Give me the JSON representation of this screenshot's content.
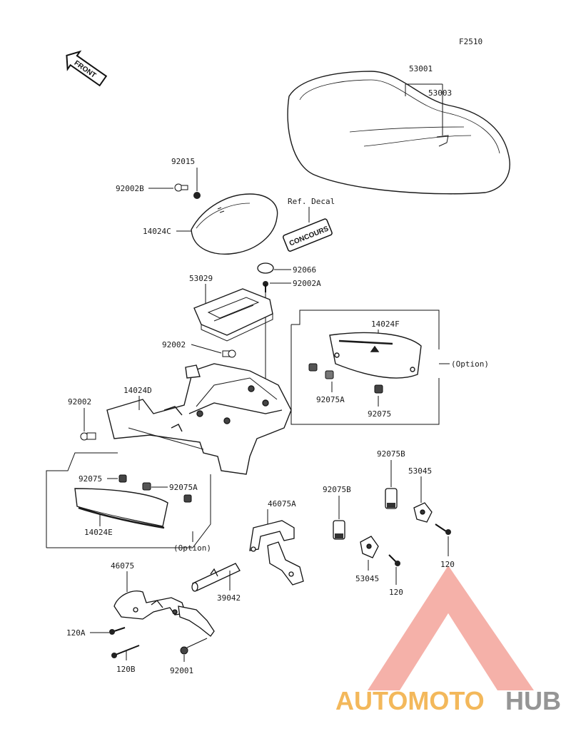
{
  "figure_code": "F2510",
  "front_arrow_text": "FRONT",
  "labels": {
    "p53001": "53001",
    "p53003": "53003",
    "p92015": "92015",
    "p92002B": "92002B",
    "p14024C": "14024C",
    "ref_decal": "Ref. Decal",
    "decal_text": "CONCOURS",
    "p92066": "92066",
    "p92002A": "92002A",
    "p53029": "53029",
    "p14024F": "14024F",
    "option_right": "(Option)",
    "p92002_upper": "92002",
    "p92075A_right": "92075A",
    "p92075_right": "92075",
    "p14024D": "14024D",
    "p92002_left": "92002",
    "p92075_left": "92075",
    "p92075A_left": "92075A",
    "p14024E": "14024E",
    "option_left": "(Option)",
    "p92075B_upper": "92075B",
    "p53045_upper": "53045",
    "p92075B_lower": "92075B",
    "p46075A": "46075A",
    "p120_right": "120",
    "p46075": "46075",
    "p39042": "39042",
    "p53045_lower": "53045",
    "p120_lower": "120",
    "p120A": "120A",
    "p120B": "120B",
    "p92001": "92001"
  },
  "watermark": {
    "part1": "AUTOMOTO",
    "part2": "HUB",
    "color_primary": "#f4a9a0",
    "color_accent": "#f2b14a",
    "color_dark": "#8a8a8a"
  }
}
